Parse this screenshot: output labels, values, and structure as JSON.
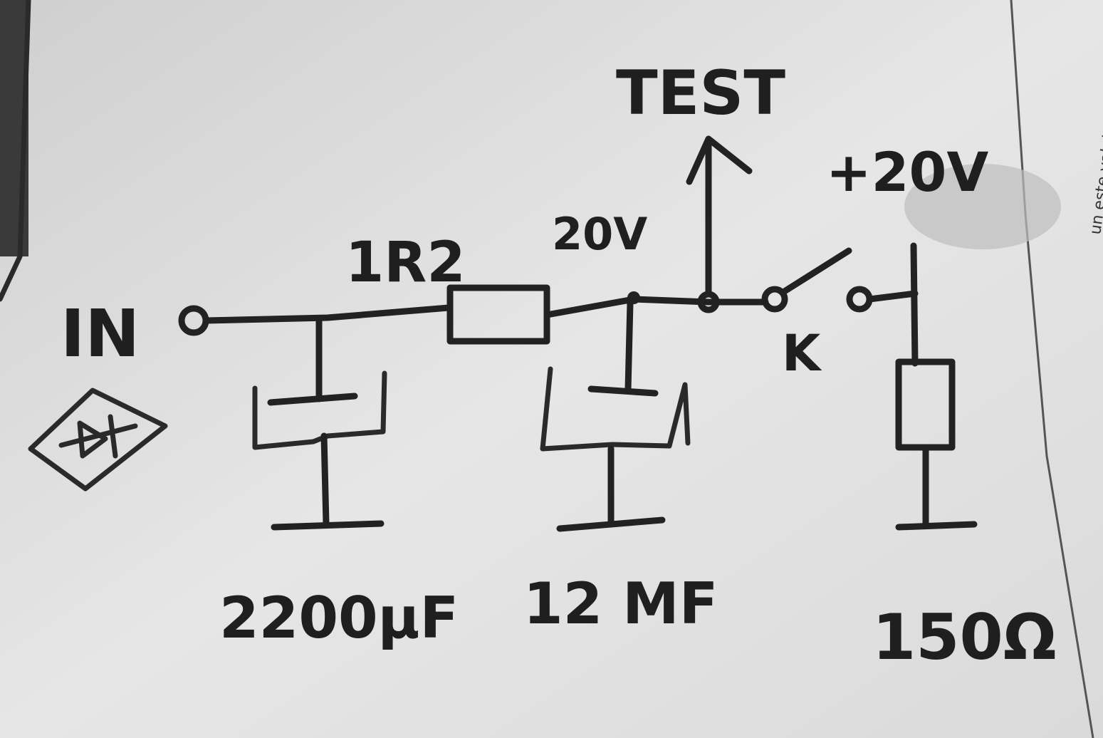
{
  "labels": {
    "in": "IN",
    "resistor_value": "1R2",
    "node_voltage": "20V",
    "test": "TEST",
    "supply": "+20V",
    "switch": "K",
    "cap1_value": "2200µF",
    "cap2_value": "12 MF",
    "load_resistor": "150Ω"
  },
  "margin_text": "un este valabila fara se"
}
